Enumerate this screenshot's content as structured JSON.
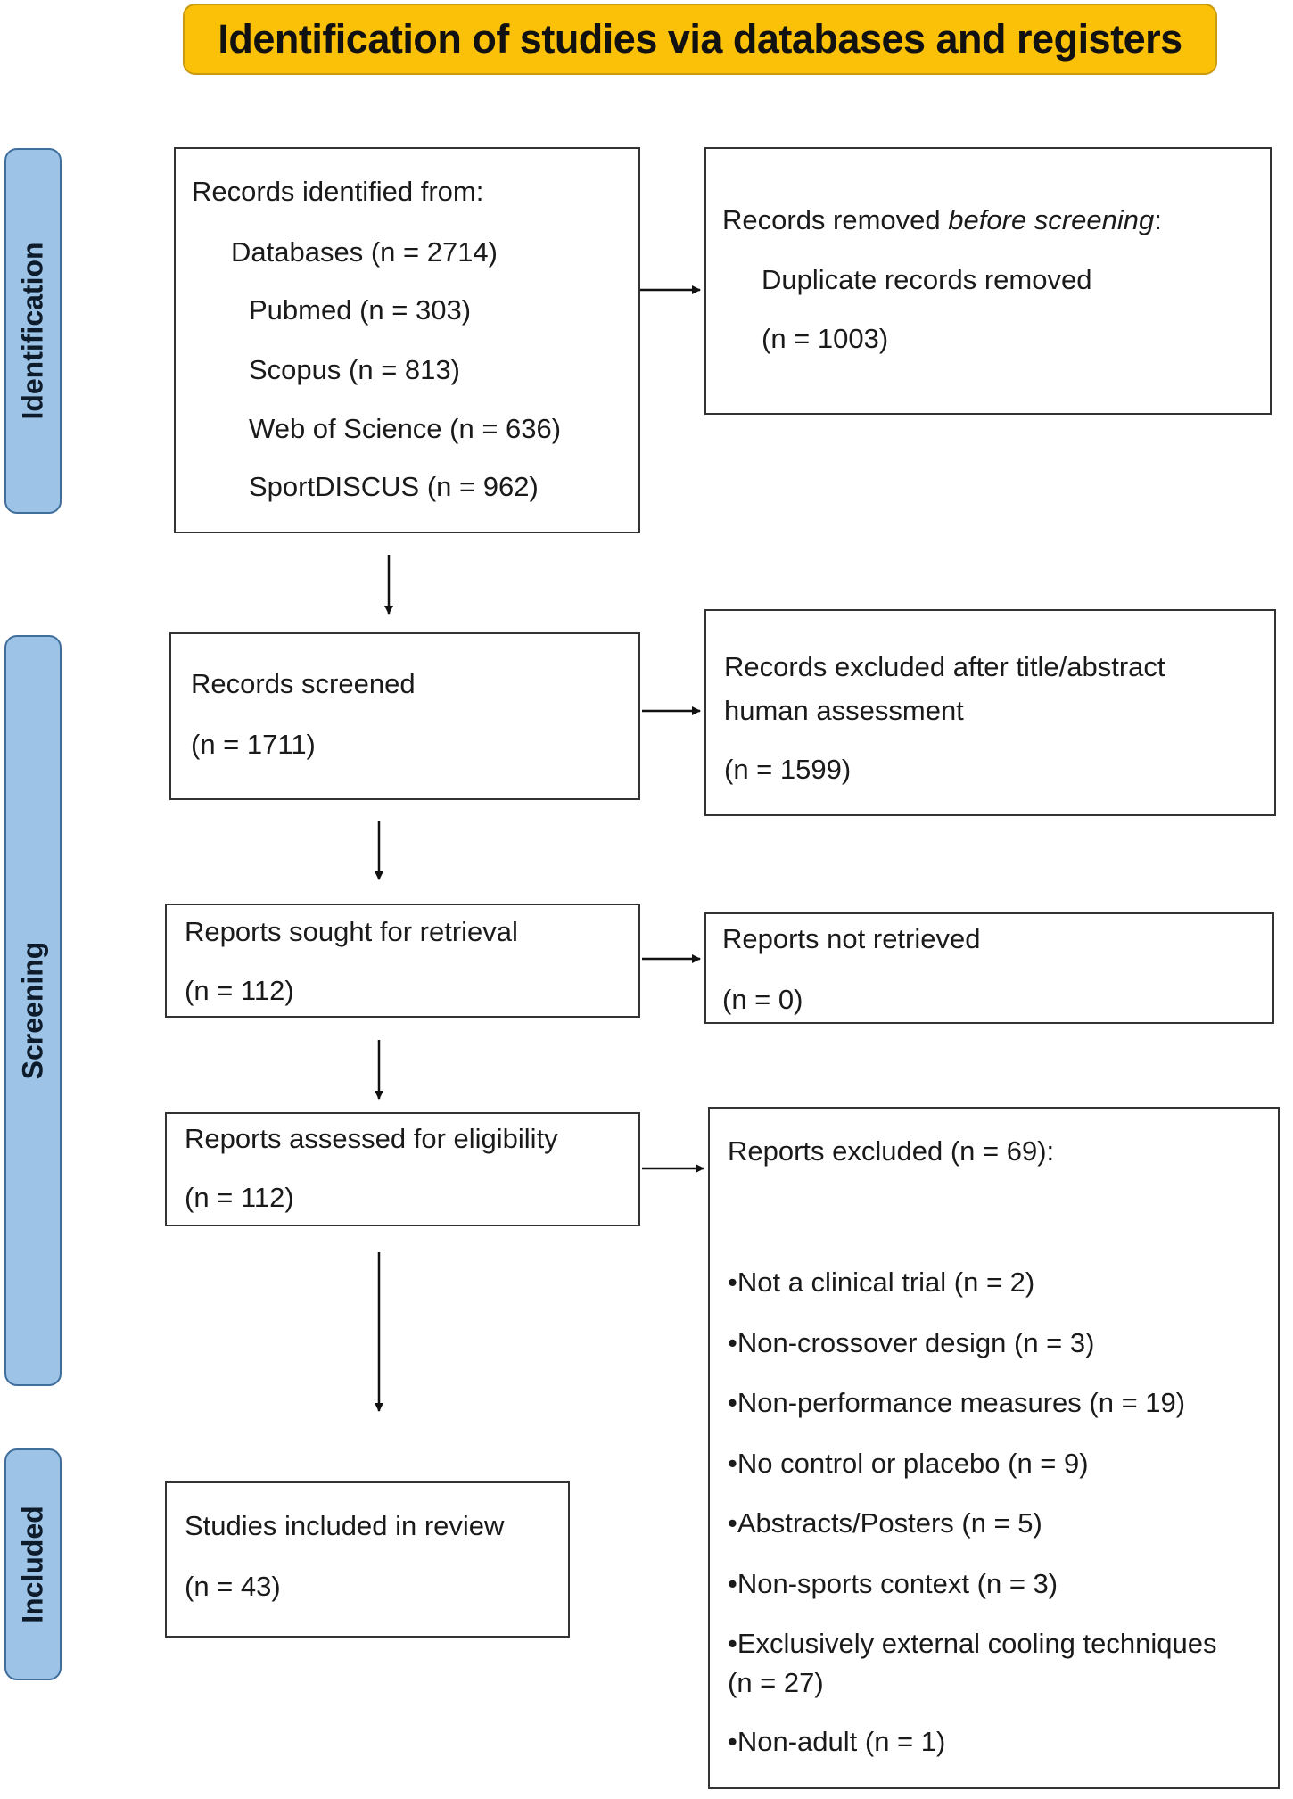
{
  "header": {
    "title": "Identification of studies via databases and registers"
  },
  "phases": {
    "identification": "Identification",
    "screening": "Screening",
    "included": "Included"
  },
  "records_identified": {
    "heading": "Records identified from:",
    "databases": "Databases (n = 2714)",
    "pubmed": "Pubmed (n = 303)",
    "scopus": "Scopus (n = 813)",
    "wos": "Web of Science (n = 636)",
    "sportdiscus": "SportDISCUS  (n = 962)"
  },
  "records_removed": {
    "prefix": "Records removed ",
    "italic": "before screening",
    "suffix": ":",
    "line1": "Duplicate records removed",
    "line2": "(n = 1003)"
  },
  "records_screened": {
    "label": "Records screened",
    "count": "(n = 1711)"
  },
  "records_excluded": {
    "line1": "Records excluded after title/abstract",
    "line2": "human assessment",
    "count": "(n = 1599)"
  },
  "reports_sought": {
    "label": "Reports sought for retrieval",
    "count": "(n = 112)"
  },
  "reports_not_retrieved": {
    "label": "Reports not retrieved",
    "count": "(n = 0)"
  },
  "reports_assessed": {
    "label": "Reports assessed for eligibility",
    "count": "(n = 112)"
  },
  "reports_excluded": {
    "heading": "Reports excluded  (n = 69):",
    "reasons": [
      "•Not a clinical trial  (n = 2)",
      "•Non-crossover design  (n = 3)",
      "•Non-performance measures (n = 19)",
      "•No control or placebo (n = 9)",
      "•Abstracts/Posters (n = 5)",
      "•Non-sports context  (n = 3)",
      "•Exclusively external cooling techniques",
      "(n = 27)",
      "•Non-adult  (n = 1)"
    ]
  },
  "included": {
    "label": "Studies included in review",
    "count": "(n = 43)"
  }
}
